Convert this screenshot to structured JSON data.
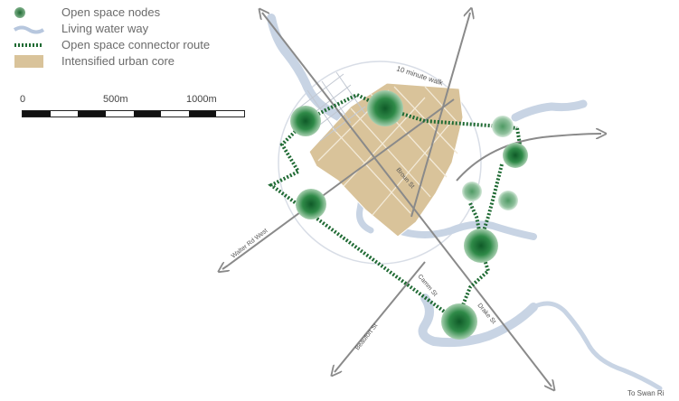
{
  "legend": {
    "items": [
      {
        "label": "Open space nodes",
        "icon": "green-circle-icon"
      },
      {
        "label": "Living water way",
        "icon": "water-line-icon"
      },
      {
        "label": "Open space connector route",
        "icon": "dashed-green-line-icon"
      },
      {
        "label": "Intensified urban core",
        "icon": "tan-block-icon"
      }
    ]
  },
  "scale": {
    "labels": [
      "0",
      "500m",
      "1000m"
    ]
  },
  "map": {
    "walk_label": "10 minute walk",
    "street_labels": {
      "walter_rd": "Walter Rd West",
      "broun": "Broun St",
      "camm": "Camm St",
      "drake": "Drake St",
      "beaufort": "Beaufort St"
    },
    "destination_label": "To Swan Ri"
  },
  "colors": {
    "node_green": "#1f7a3a",
    "urban_core": "#d9c39a",
    "water": "#c8d4e4",
    "connector": "#1f6a33",
    "road": "#8a8a8a"
  }
}
